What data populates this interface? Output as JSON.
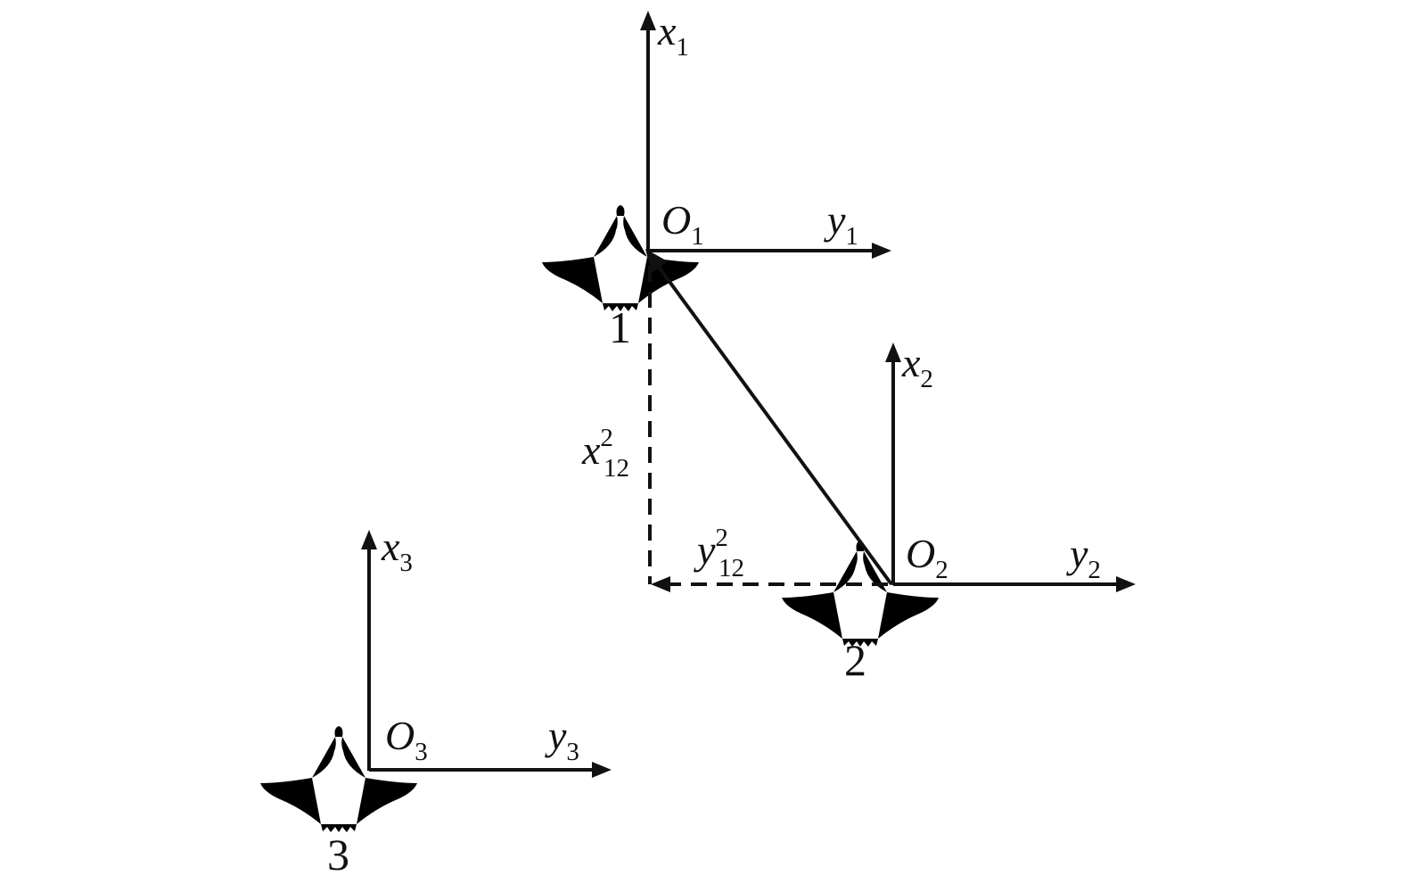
{
  "agents": [
    {
      "id": "1",
      "label": "1",
      "origin": {
        "letter": "O",
        "sub": "1"
      },
      "x_axis": {
        "letter": "x",
        "sub": "1"
      },
      "y_axis": {
        "letter": "y",
        "sub": "1"
      }
    },
    {
      "id": "2",
      "label": "2",
      "origin": {
        "letter": "O",
        "sub": "2"
      },
      "x_axis": {
        "letter": "x",
        "sub": "2"
      },
      "y_axis": {
        "letter": "y",
        "sub": "2"
      }
    },
    {
      "id": "3",
      "label": "3",
      "origin": {
        "letter": "O",
        "sub": "3"
      },
      "x_axis": {
        "letter": "x",
        "sub": "3"
      },
      "y_axis": {
        "letter": "y",
        "sub": "3"
      }
    }
  ],
  "relative_position": {
    "x_component": {
      "letter": "x",
      "sub": "12",
      "sup": "2"
    },
    "y_component": {
      "letter": "y",
      "sub": "12",
      "sup": "2"
    }
  },
  "icon": "bird-icon"
}
